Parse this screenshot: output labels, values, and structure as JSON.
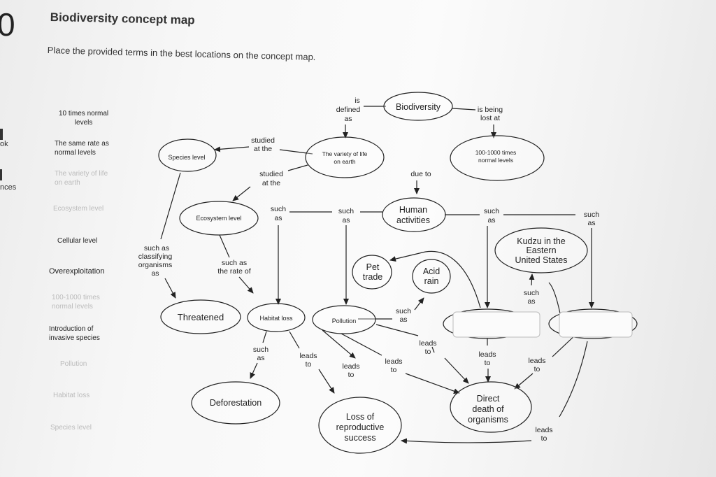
{
  "header": {
    "question_number": "0",
    "title": "Biodiversity concept map",
    "instruction": "Place the provided terms in the best locations on the concept map."
  },
  "left_edge": {
    "fragment_1": "ok",
    "fragment_2": "nces"
  },
  "term_bank": [
    {
      "lines": [
        "10 times normal",
        "levels"
      ],
      "used": false
    },
    {
      "lines": [
        "The same rate as",
        "normal levels"
      ],
      "used": false
    },
    {
      "lines": [
        "The variety of life",
        "on earth"
      ],
      "used": true
    },
    {
      "lines": [
        "Ecosystem level"
      ],
      "used": true
    },
    {
      "lines": [
        "Cellular level"
      ],
      "used": false
    },
    {
      "lines": [
        "Overexploitation"
      ],
      "used": false
    },
    {
      "lines": [
        "100-1000 times",
        "normal levels"
      ],
      "used": true
    },
    {
      "lines": [
        "Introduction of",
        "invasive species"
      ],
      "used": false
    },
    {
      "lines": [
        "Pollution"
      ],
      "used": true
    },
    {
      "lines": [
        "Habitat loss"
      ],
      "used": true
    },
    {
      "lines": [
        "Species level"
      ],
      "used": true
    }
  ],
  "map": {
    "nodes": {
      "biodiversity": "Biodiversity",
      "variety_line1": "The variety of life",
      "variety_line2": "on earth",
      "species_level": "Species level",
      "rate_line1": "100-1000 times",
      "rate_line2": "normal levels",
      "ecosystem_level": "Ecosystem level",
      "human_line1": "Human",
      "human_line2": "activities",
      "kudzu_line1": "Kudzu in the",
      "kudzu_line2": "Eastern",
      "kudzu_line3": "United States",
      "pet_line1": "Pet",
      "pet_line2": "trade",
      "acid_line1": "Acid",
      "acid_line2": "rain",
      "threatened": "Threatened",
      "habitat_loss": "Habitat loss",
      "pollution": "Pollution",
      "deforestation": "Deforestation",
      "loss_line1": "Loss of",
      "loss_line2": "reproductive",
      "loss_line3": "success",
      "death_line1": "Direct",
      "death_line2": "death of",
      "death_line3": "organisms"
    },
    "labels": {
      "is": "is",
      "defined": "defined",
      "as": "as",
      "is_being": "is being",
      "lost_at": "lost at",
      "studied": "studied",
      "at_the": "at the",
      "due_to": "due to",
      "such": "such",
      "such_as": "such as",
      "classifying": "classifying",
      "organisms": "organisms",
      "the_rate_of": "the rate of",
      "leads": "leads",
      "to": "to"
    }
  }
}
